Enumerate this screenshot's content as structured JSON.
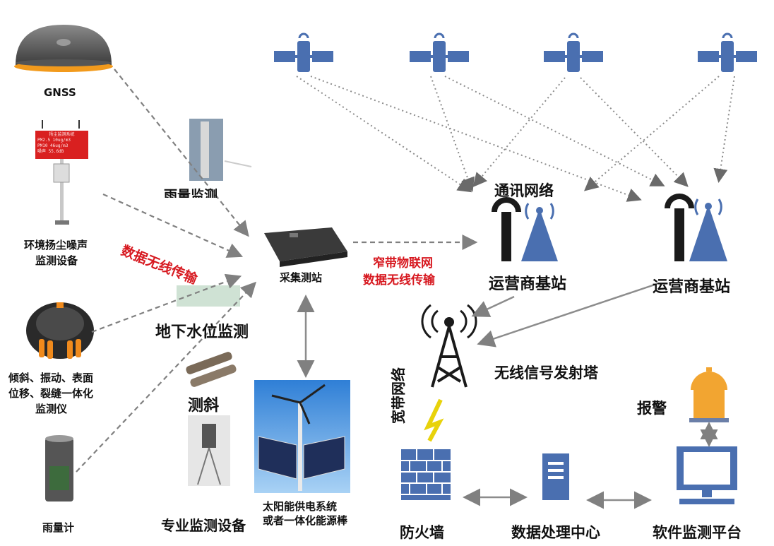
{
  "colors": {
    "red": "#d71920",
    "gnss_orange": "#f29a1c",
    "blue": "#4a6fb0",
    "arrow": "#808080",
    "alarm": "#f2a531"
  },
  "labels": {
    "gnss": "GNSS",
    "rain_title": "雨量监测",
    "env_dust": "环境扬尘噪声",
    "env_dust_2": "监测设备",
    "wireless_left": "数据无线传输",
    "collector": "采集测站",
    "nb_iot_1": "窄带物联网",
    "nb_iot_2": "数据无线传输",
    "comm_network": "通讯网络",
    "base_station_1": "运营商基站",
    "base_station_2": "运营商基站",
    "groundwater": "地下水位监测",
    "tilt_1": "倾斜、振动、表面",
    "tilt_2": "位移、裂缝一体化",
    "tilt_3": "监测仪",
    "inclinometer": "测斜",
    "broadband": "宽带网络",
    "tower": "无线信号发射塔",
    "alarm": "报警",
    "solar_1": "太阳能供电系统",
    "solar_2": "或者一体化能源棒",
    "pro_device": "专业监测设备",
    "rain_gauge": "雨量计",
    "firewall": "防火墙",
    "data_center": "数据处理中心",
    "software_platform": "软件监测平台"
  },
  "display_board": {
    "title": "扬尘监测系统",
    "line1": "PM2.5  10ug/m3",
    "line2": "PM10   46ug/m3",
    "line3": "噪声    55.6dB"
  }
}
